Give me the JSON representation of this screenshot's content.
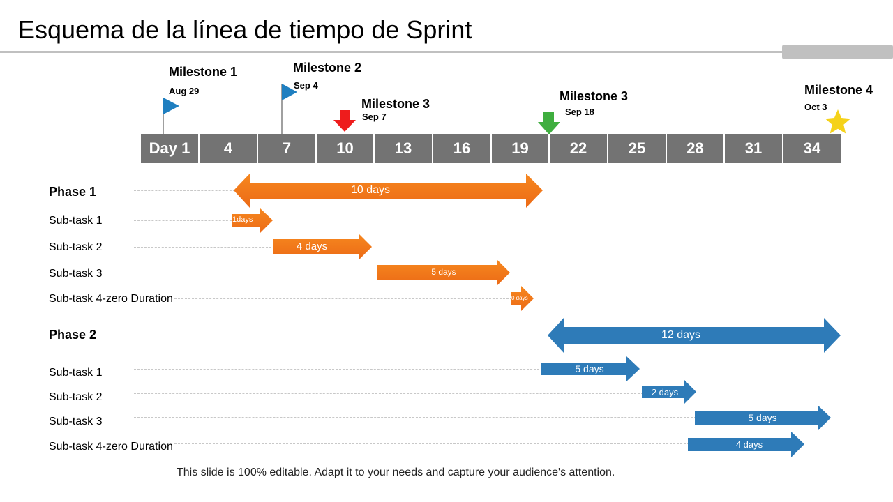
{
  "title": "Esquema de la línea de tiempo de Sprint",
  "colors": {
    "orange": "#f07a1a",
    "blue": "#2e7bb8",
    "gray": "#737373",
    "flag": "#1f7fc0",
    "red_arrow": "#ee1c1c",
    "green_arrow": "#3fae3f",
    "star": "#f5d21a"
  },
  "milestones": [
    {
      "name": "Milestone 1",
      "date": "Aug 29",
      "marker": "flag-icon"
    },
    {
      "name": "Milestone 2",
      "date": "Sep 4",
      "marker": "flag-icon"
    },
    {
      "name": "Milestone 3",
      "date": "Sep 7",
      "marker": "down-arrow-icon"
    },
    {
      "name": "Milestone 3",
      "date": "Sep 18",
      "marker": "down-arrow-icon"
    },
    {
      "name": "Milestone 4",
      "date": "Oct 3",
      "marker": "star-icon"
    }
  ],
  "days": [
    "Day 1",
    "4",
    "7",
    "10",
    "13",
    "16",
    "19",
    "22",
    "25",
    "28",
    "31",
    "34"
  ],
  "phase1": {
    "label": "Phase 1",
    "bar": "10 days",
    "tasks": [
      {
        "label": "Sub-task 1",
        "bar": "1days"
      },
      {
        "label": "Sub-task 2",
        "bar": "4 days"
      },
      {
        "label": "Sub-task 3",
        "bar": "5 days"
      },
      {
        "label": "Sub-task 4-zero Duration",
        "bar": "0 days"
      }
    ]
  },
  "phase2": {
    "label": "Phase 2",
    "bar": "12 days",
    "tasks": [
      {
        "label": "Sub-task 1",
        "bar": "5 days"
      },
      {
        "label": "Sub-task 2",
        "bar": "2 days"
      },
      {
        "label": "Sub-task 3",
        "bar": "5 days"
      },
      {
        "label": "Sub-task 4-zero Duration",
        "bar": "4 days"
      }
    ]
  },
  "footer": "This slide is 100% editable. Adapt it to your needs and capture your audience's attention."
}
